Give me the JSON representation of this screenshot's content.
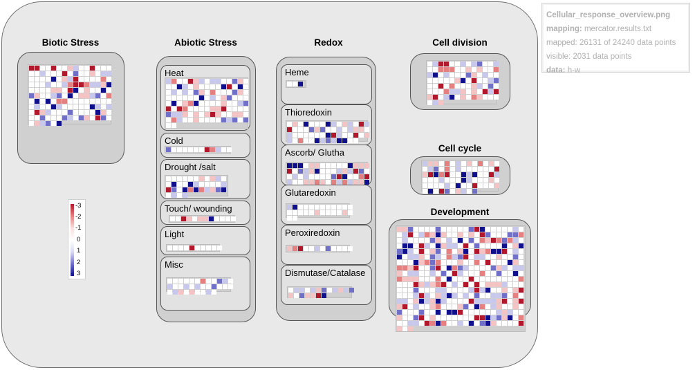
{
  "overview": {
    "title": "Cellular_response_overview.png",
    "mapping_label": "mapping:",
    "mapping_value": "mercator.results.txt",
    "mapped": "mapped: 26131 of 24240 data points",
    "visible": "visible: 2031 data points",
    "data_label": "data:",
    "data_value": "h-w"
  },
  "legend": {
    "labels": [
      "-3",
      "-2",
      "-1",
      "0",
      "1",
      "2",
      "3"
    ]
  },
  "colors": {
    "strong_up": "#b2182b",
    "mid_up": "#e58080",
    "weak_up": "#f4c4c4",
    "neutral": "#ffffff",
    "weak_down": "#c8c8ec",
    "mid_down": "#7070c8",
    "strong_down": "#10108c"
  },
  "sections": {
    "biotic": {
      "title": "Biotic Stress"
    },
    "abiotic": {
      "title": "Abiotic Stress",
      "sub": [
        "Heat",
        "Cold",
        "Drought /salt",
        "Touch/  wounding",
        "Light",
        "Misc"
      ]
    },
    "redox": {
      "title": "Redox",
      "sub": [
        "Heme",
        "Thioredoxin",
        "Ascorb/ Glutha",
        "Glutaredoxin",
        "Peroxiredoxin",
        "Dismutase/Catalase"
      ]
    },
    "cell_division": {
      "title": "Cell division"
    },
    "cell_cycle": {
      "title": "Cell cycle"
    },
    "development": {
      "title": "Development"
    }
  }
}
